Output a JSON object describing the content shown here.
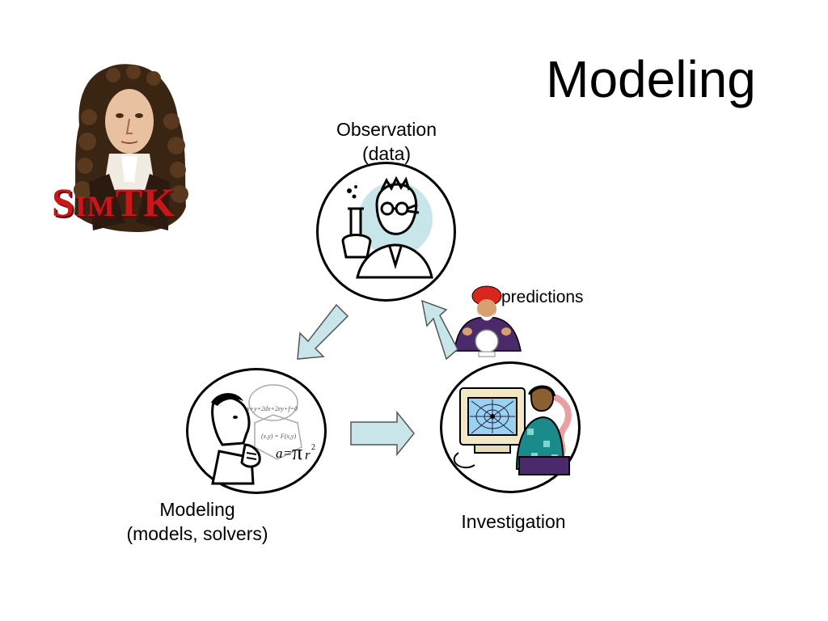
{
  "slide": {
    "title": "Modeling"
  },
  "logo": {
    "s": "S",
    "im": "IM",
    "tk": "TK"
  },
  "nodes": {
    "observation": {
      "line1": "Observation",
      "line2": "(data)"
    },
    "modeling": {
      "line1": "Modeling",
      "line2": "(models, solvers)"
    },
    "investigation": {
      "label": "Investigation"
    }
  },
  "predictions": {
    "label": "predictions"
  },
  "math": {
    "eq1": "x+y+2dx+2ey+f=0",
    "eq2": "(x,y) = F(x,y)",
    "area_a": "a",
    "area_eq": "=",
    "area_pi": "π",
    "area_r": "r",
    "area_exp": "2"
  },
  "colors": {
    "arrow_fill": "#c8e6ea",
    "logo_red": "#c8171b",
    "wizard_robe": "#4a2a6a",
    "turban": "#d8261f",
    "screen_blue": "#9ad0f0",
    "shirt_teal": "#1a8a8a"
  }
}
